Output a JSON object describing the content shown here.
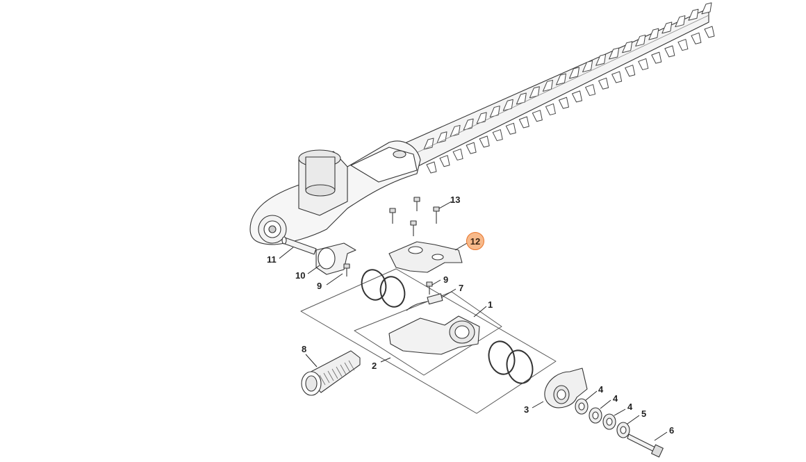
{
  "diagram": {
    "highlight_color": "#f7b98a",
    "highlight_border": "#e8742a",
    "line_color": "#222222",
    "callouts": [
      {
        "id": "c1",
        "label": "1"
      },
      {
        "id": "c2",
        "label": "2"
      },
      {
        "id": "c3",
        "label": "3"
      },
      {
        "id": "c4a",
        "label": "4"
      },
      {
        "id": "c4b",
        "label": "4"
      },
      {
        "id": "c4c",
        "label": "4"
      },
      {
        "id": "c5",
        "label": "5"
      },
      {
        "id": "c6",
        "label": "6"
      },
      {
        "id": "c7",
        "label": "7"
      },
      {
        "id": "c8",
        "label": "8"
      },
      {
        "id": "c9a",
        "label": "9"
      },
      {
        "id": "c9b",
        "label": "9"
      },
      {
        "id": "c10",
        "label": "10"
      },
      {
        "id": "c11",
        "label": "11"
      },
      {
        "id": "c12",
        "label": "12",
        "highlighted": true
      },
      {
        "id": "c13",
        "label": "13"
      }
    ]
  }
}
